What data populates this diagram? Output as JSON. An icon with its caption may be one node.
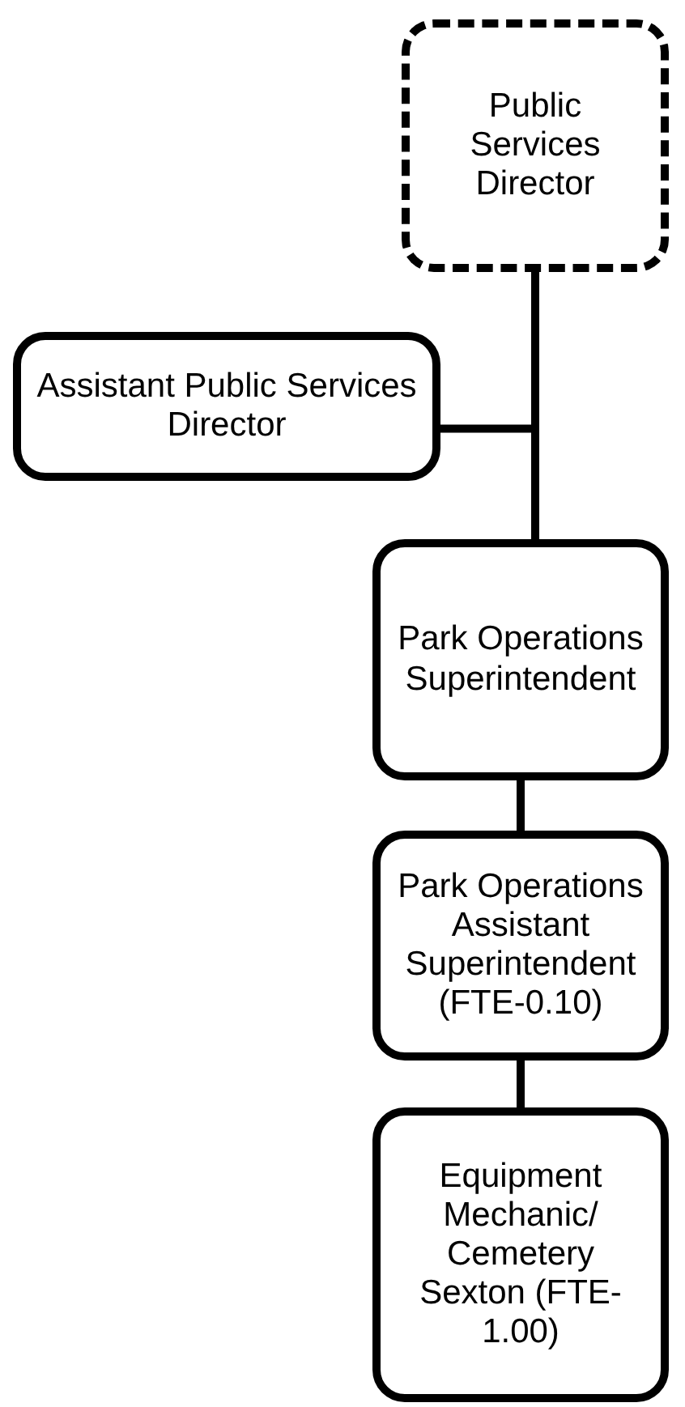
{
  "diagram": {
    "nodes": [
      {
        "text": [
          "Public Services Director"
        ]
      },
      {
        "text": [
          "Assistant Public Services Director"
        ]
      },
      {
        "text": [
          "Park Operations Superintendent"
        ]
      },
      {
        "text": [
          "Park Operations Assistant Superintendent (FTE-0.10)"
        ]
      },
      {
        "text": [
          "Equipment Mechanic/ Cemetery Sexton (FTE-1.00)"
        ]
      }
    ],
    "edges": [
      {
        "from": 0,
        "to": 1,
        "arrow": "none"
      },
      {
        "from": 0,
        "to": 2,
        "arrow": "none"
      },
      {
        "from": 2,
        "to": 3,
        "arrow": "none"
      },
      {
        "from": 3,
        "to": 4,
        "arrow": "none"
      }
    ]
  }
}
